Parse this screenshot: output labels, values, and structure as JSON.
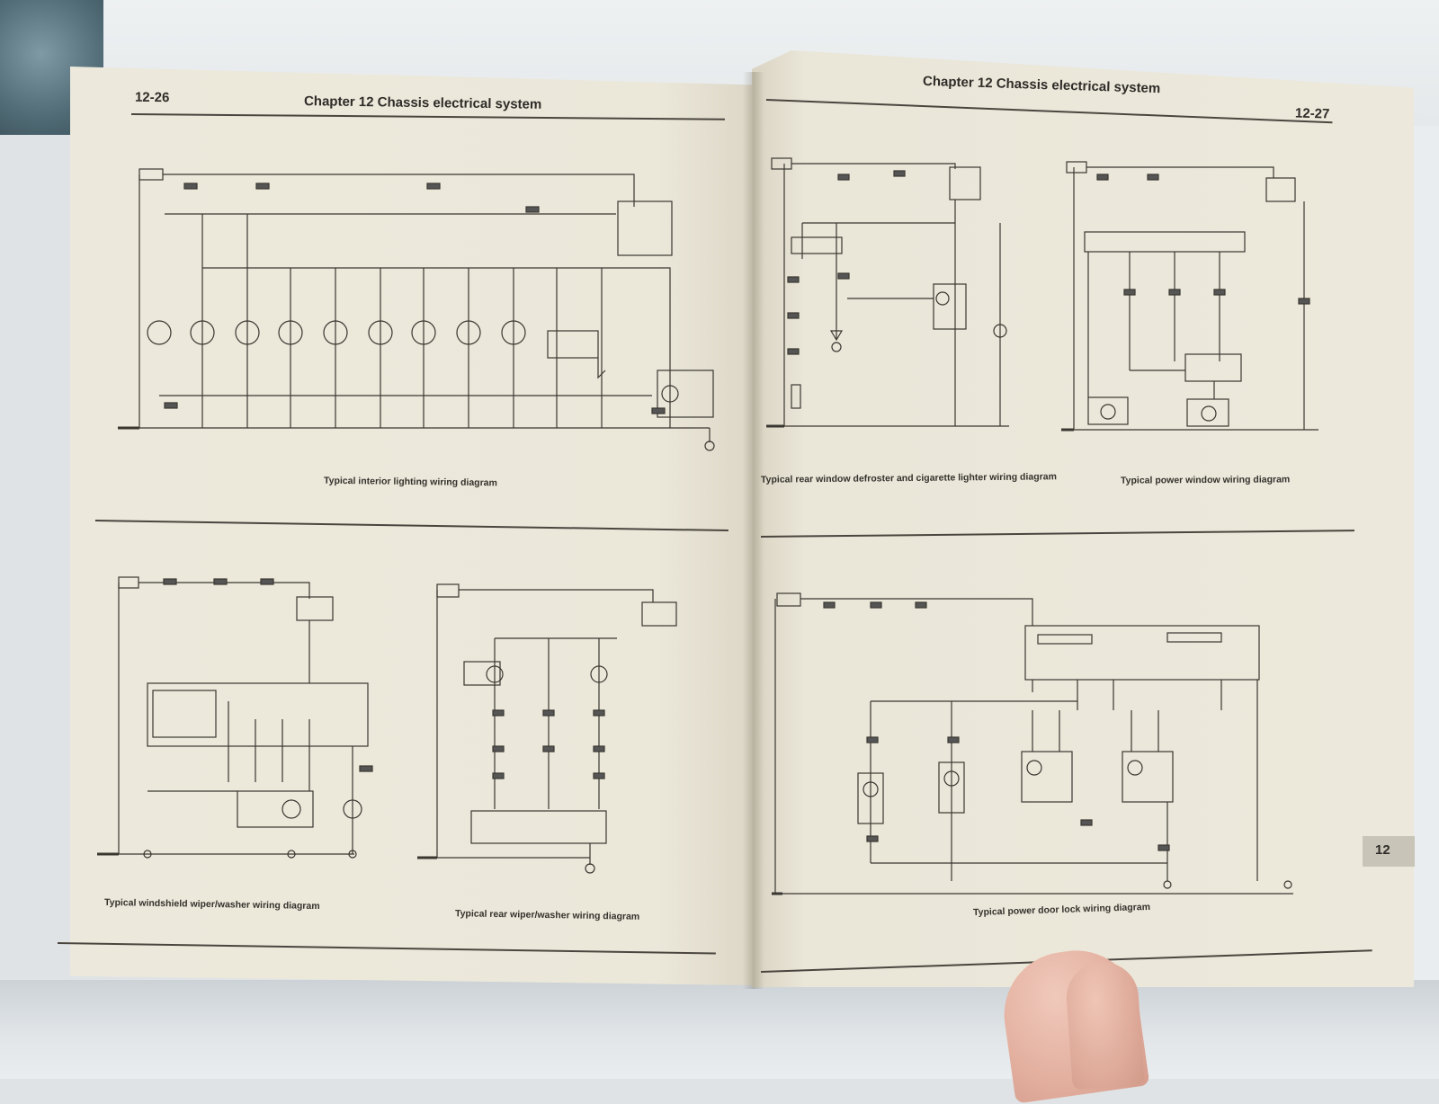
{
  "left_page": {
    "page_number": "12-26",
    "chapter_header": "Chapter 12   Chassis electrical system",
    "captions": {
      "interior_lighting": "Typical interior lighting wiring diagram",
      "windshield_wiper": "Typical windshield wiper/washer wiring diagram",
      "rear_wiper": "Typical rear wiper/washer wiring diagram"
    }
  },
  "right_page": {
    "page_number": "12-27",
    "chapter_header": "Chapter 12   Chassis electrical system",
    "captions": {
      "defroster": "Typical rear window defroster and cigarette lighter wiring diagram",
      "power_window": "Typical power window wiring diagram",
      "door_lock": "Typical power door lock wiring diagram"
    },
    "chapter_tab": "12"
  },
  "colors": {
    "paper": "#ebe7d9",
    "ink": "#2e2c28",
    "backdrop": "#dfe3e6"
  }
}
